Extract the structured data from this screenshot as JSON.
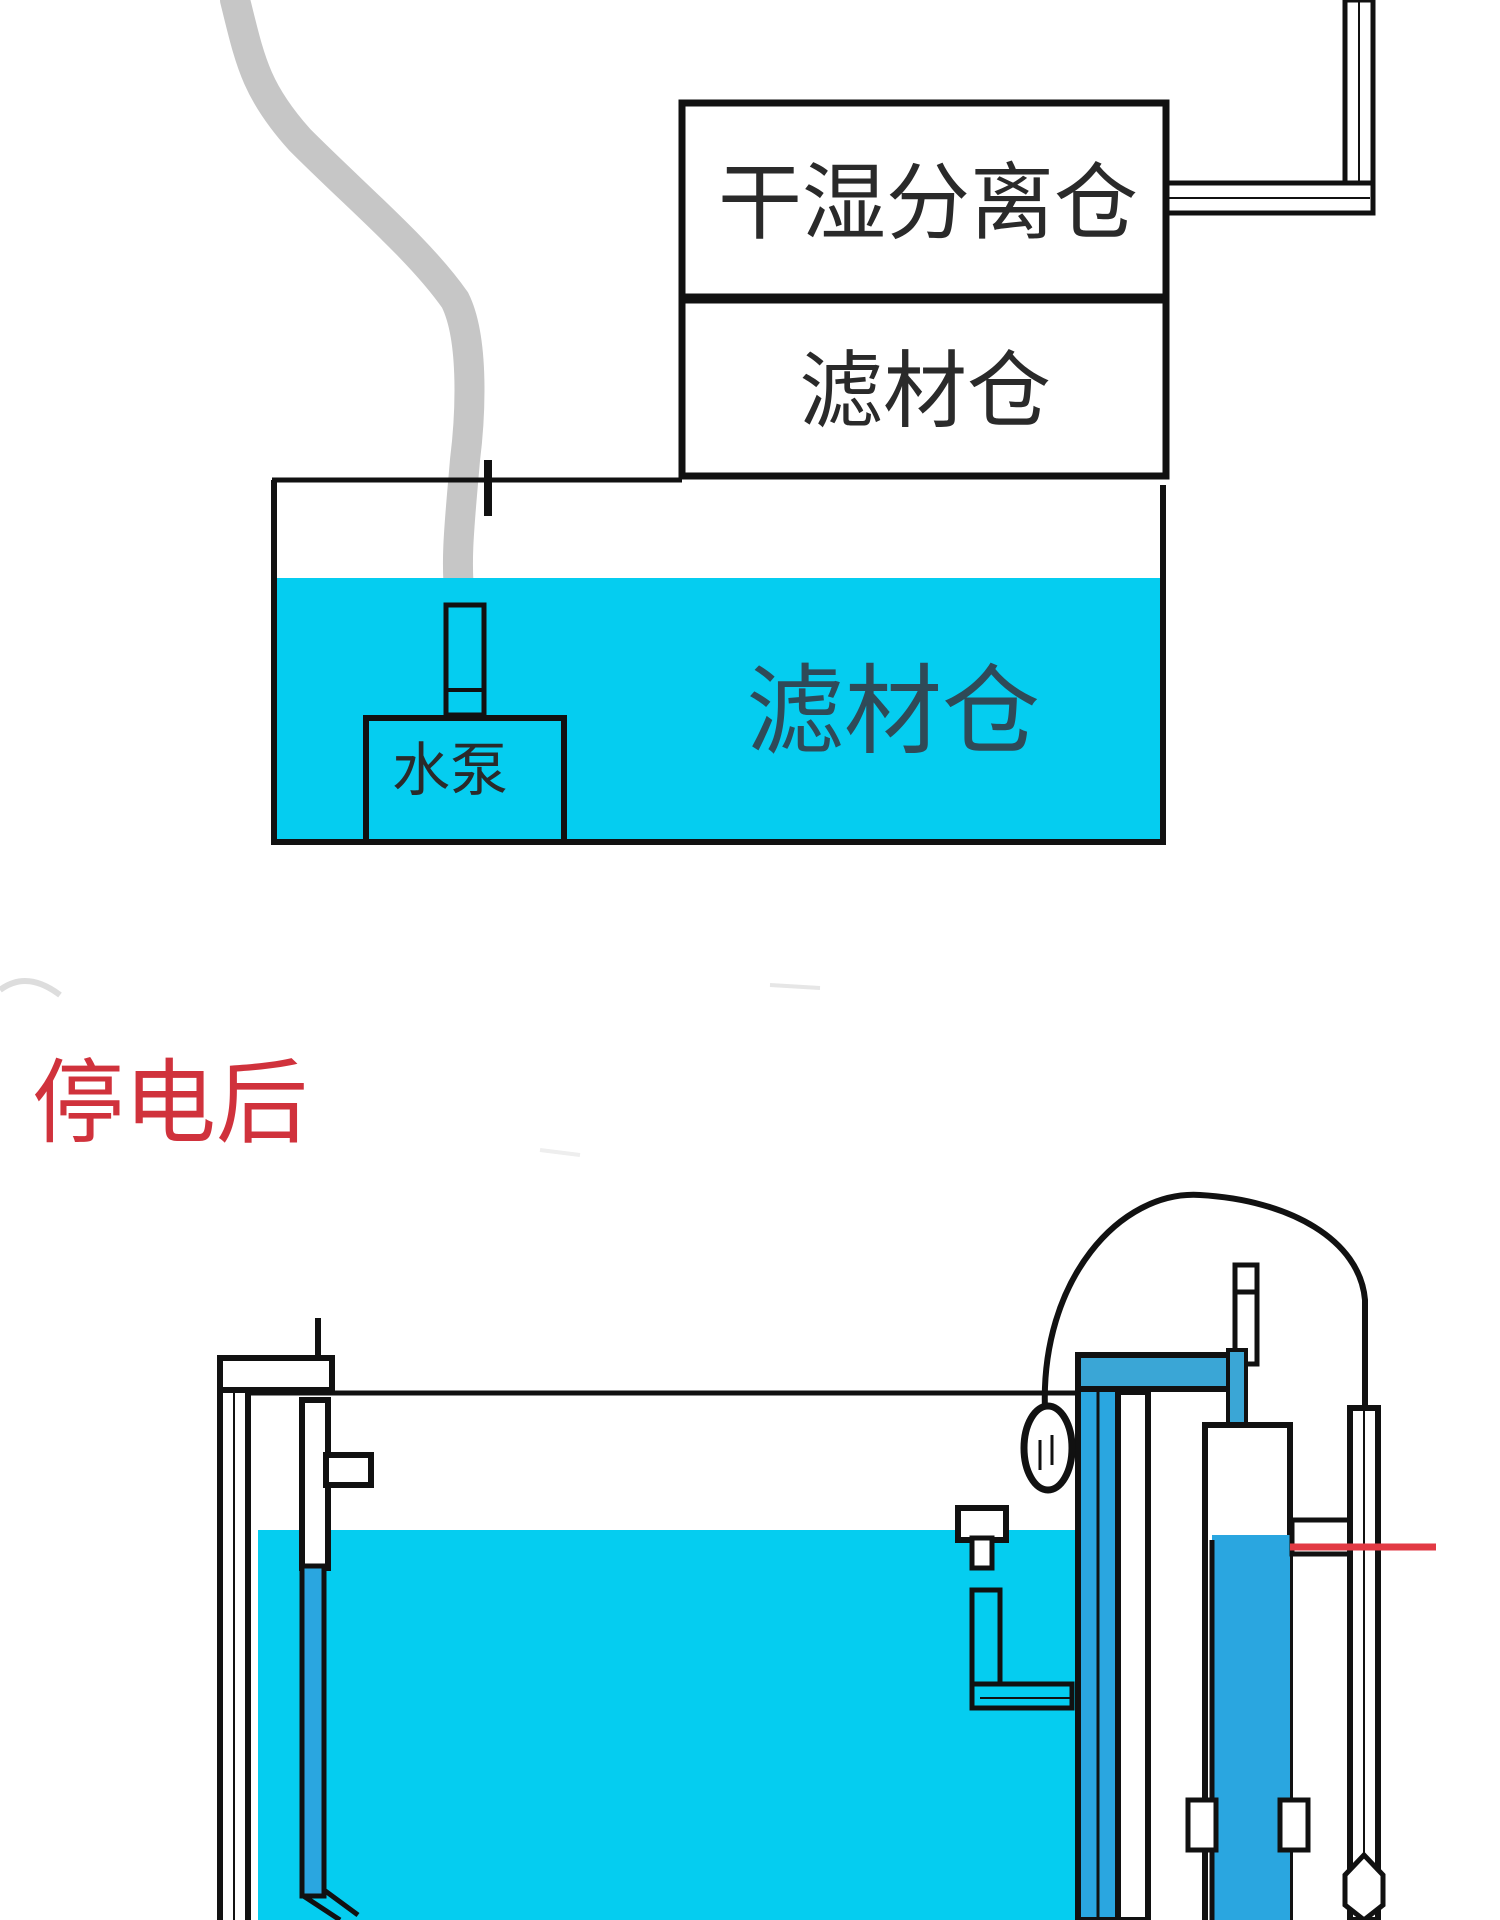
{
  "top_diagram": {
    "dry_wet_chamber_label": "干湿分离仓",
    "filter_chamber_upper_label": "滤材仓",
    "filter_chamber_water_label": "滤材仓",
    "pump_label": "水泵"
  },
  "bottom_diagram": {
    "heading": "停电后"
  },
  "colors": {
    "water": "#05cdf0",
    "water_dark": "#2aa6e0",
    "pipe_blue": "#3aa6d6",
    "hose_gray": "#c6c6c6",
    "outline": "#111111",
    "heading_red": "#d0323c",
    "marker_red": "#e23a44"
  }
}
